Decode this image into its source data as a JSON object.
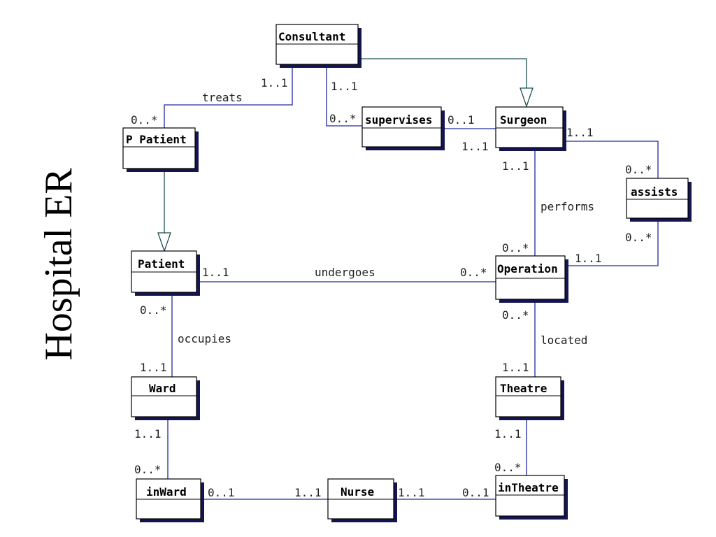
{
  "title": "Hospital ER",
  "colors": {
    "line": "#1f2a9e",
    "generalization": "#1e5050",
    "box_border": "#000000",
    "box_shadow": "#141450"
  },
  "classes": {
    "consultant": "Consultant",
    "p_patient": "P Patient",
    "supervises": "supervises",
    "surgeon": "Surgeon",
    "assists": "assists",
    "patient": "Patient",
    "operation": "Operation",
    "ward": "Ward",
    "theatre": "Theatre",
    "inward": "inWard",
    "nurse": "Nurse",
    "intheatre": "inTheatre"
  },
  "associations": {
    "treats": "treats",
    "performs": "performs",
    "undergoes": "undergoes",
    "occupies": "occupies",
    "located": "located"
  },
  "multiplicities": {
    "consultant_treats": "1..1",
    "patient_treats": "0..*",
    "consultant_supervises": "1..1",
    "supervises_left": "0..*",
    "supervises_right": "0..1",
    "surgeon_supervises": "1..1",
    "surgeon_assists": "1..1",
    "assists_top": "0..*",
    "surgeon_performs": "1..1",
    "operation_performs": "0..*",
    "assists_bottom": "0..*",
    "operation_assists": "1..1",
    "patient_undergoes": "1..1",
    "operation_undergoes": "0..*",
    "patient_occupies": "0..*",
    "ward_occupies": "1..1",
    "operation_located": "0..*",
    "theatre_located": "1..1",
    "ward_inward": "1..1",
    "inward_top": "0..*",
    "inward_right": "0..1",
    "nurse_left": "1..1",
    "nurse_right": "1..1",
    "intheatre_left": "0..1",
    "theatre_intheatre": "1..1",
    "intheatre_top": "0..*"
  }
}
